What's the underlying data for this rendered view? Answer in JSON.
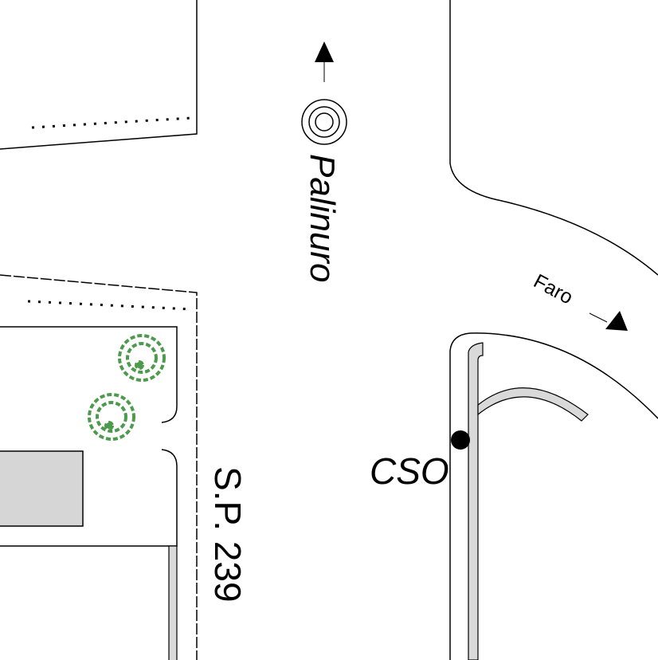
{
  "labels": {
    "road_north": "Palinuro",
    "road_east": "Faro",
    "road_name": "S.P. 239",
    "station": "CSO"
  },
  "icons": {
    "destination_marker": "concentric-circles-icon",
    "north_arrow": "arrow-up-icon",
    "east_arrow": "arrow-down-right-icon",
    "station_marker": "filled-dot-icon",
    "trees": "tree-icon"
  },
  "colors": {
    "road_line": "#000000",
    "sidewalk_fill": "#d9d9d9",
    "tree": "#4c9a4c",
    "building": "#d6d6d6"
  }
}
